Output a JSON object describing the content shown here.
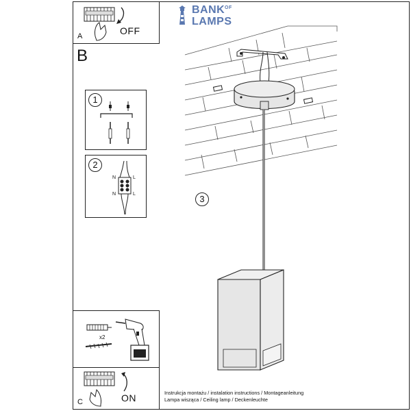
{
  "brand": {
    "line1": "BANK",
    "of": "OF",
    "line2": "LAMPS"
  },
  "steps": {
    "a": {
      "letter": "A",
      "state": "OFF"
    },
    "b": {
      "letter": "B"
    },
    "c": {
      "letter": "C",
      "state": "ON"
    },
    "step1": "1",
    "step2": "2",
    "step3": "3"
  },
  "terminal_labels": {
    "n": "N",
    "l": "L"
  },
  "multiplier": "x2",
  "caption": {
    "line1": "Instrukcja montażu / instalation instructions / Montageanleitung",
    "line2": "Lampa wisząca / Ceiling lamp / Deckenleuchte"
  },
  "colors": {
    "brand": "#5a78b0",
    "ink": "#222222",
    "lamp_fill": "#e6e6e6"
  }
}
